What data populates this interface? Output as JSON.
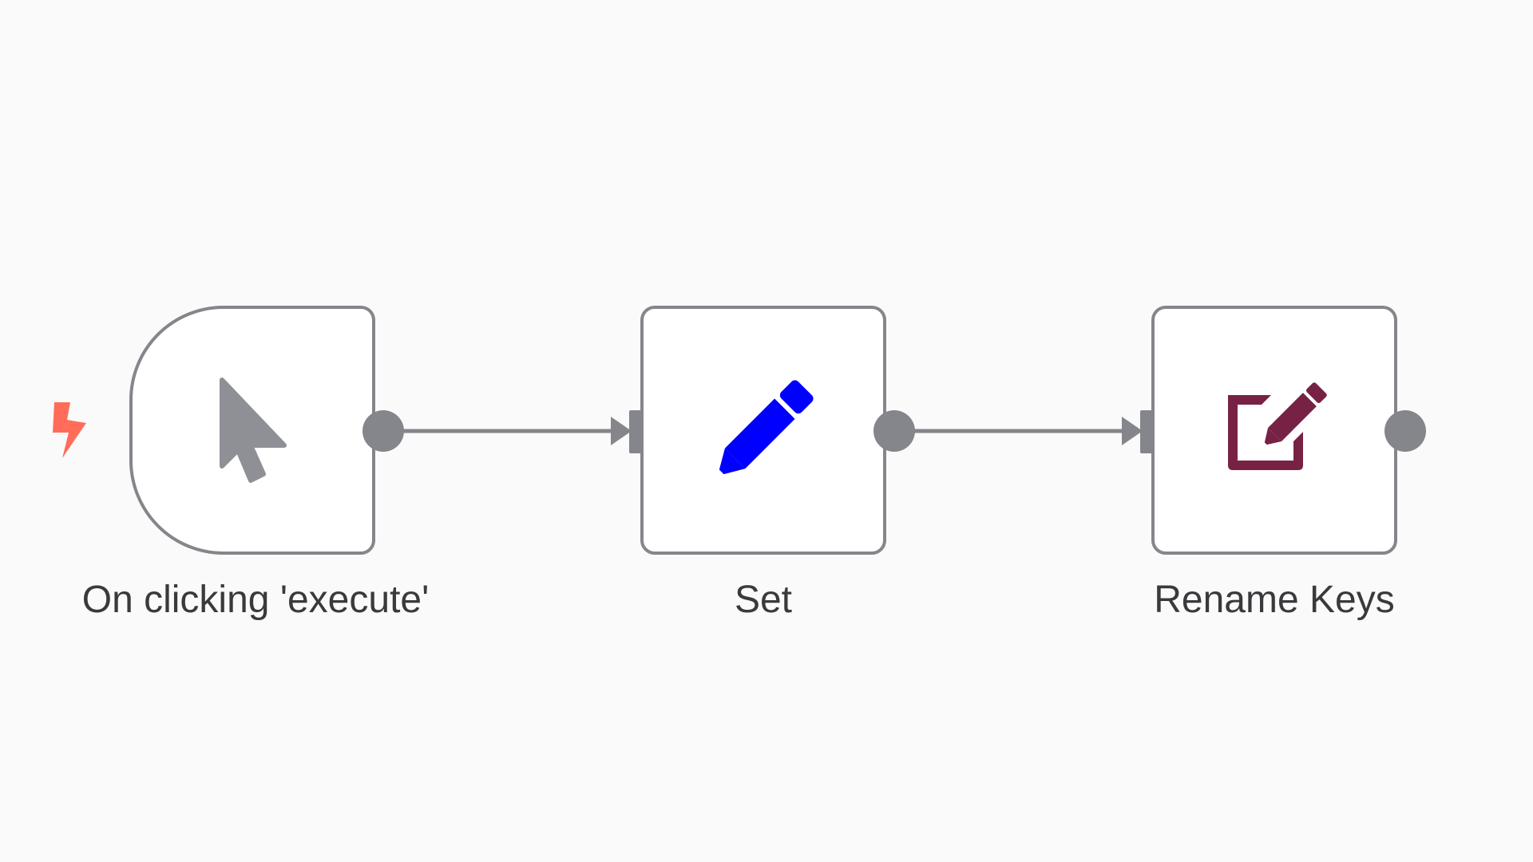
{
  "workflow": {
    "nodes": [
      {
        "id": "trigger",
        "label": "On clicking 'execute'",
        "icon": "mouse-pointer-icon",
        "icon_color": "#8f9096",
        "is_trigger": true
      },
      {
        "id": "set",
        "label": "Set",
        "icon": "pencil-icon",
        "icon_color": "#0000ff",
        "is_trigger": false
      },
      {
        "id": "rename-keys",
        "label": "Rename Keys",
        "icon": "edit-icon",
        "icon_color": "#772244",
        "is_trigger": false
      }
    ],
    "connections": [
      {
        "from": "trigger",
        "to": "set"
      },
      {
        "from": "set",
        "to": "rename-keys"
      }
    ],
    "trigger_badge_icon": "lightning-bolt-icon",
    "trigger_badge_color": "#ff6d5a",
    "node_border_color": "#85868b",
    "canvas_background": "#fafafa"
  }
}
